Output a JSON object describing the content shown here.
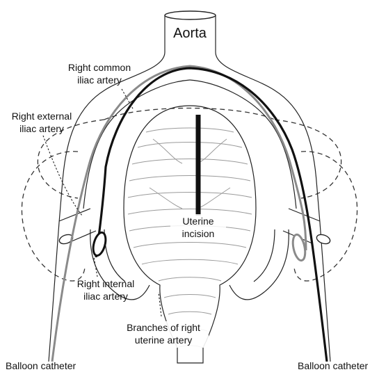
{
  "labels": {
    "aorta": "Aorta",
    "right_common_iliac": [
      "Right common",
      "iliac artery"
    ],
    "right_external_iliac": [
      "Right external",
      "iliac artery"
    ],
    "uterine_incision": [
      "Uterine",
      "incision"
    ],
    "right_internal_iliac": [
      "Right internal",
      "iliac artery"
    ],
    "branches_uterine": [
      "Branches of right",
      "uterine artery"
    ],
    "balloon_catheter_left": "Balloon catheter",
    "balloon_catheter_right": "Balloon catheter"
  },
  "colors": {
    "line": "#222222",
    "catheter_dark": "#111111",
    "catheter_gray": "#8a8a8a",
    "incision": "#111111"
  }
}
